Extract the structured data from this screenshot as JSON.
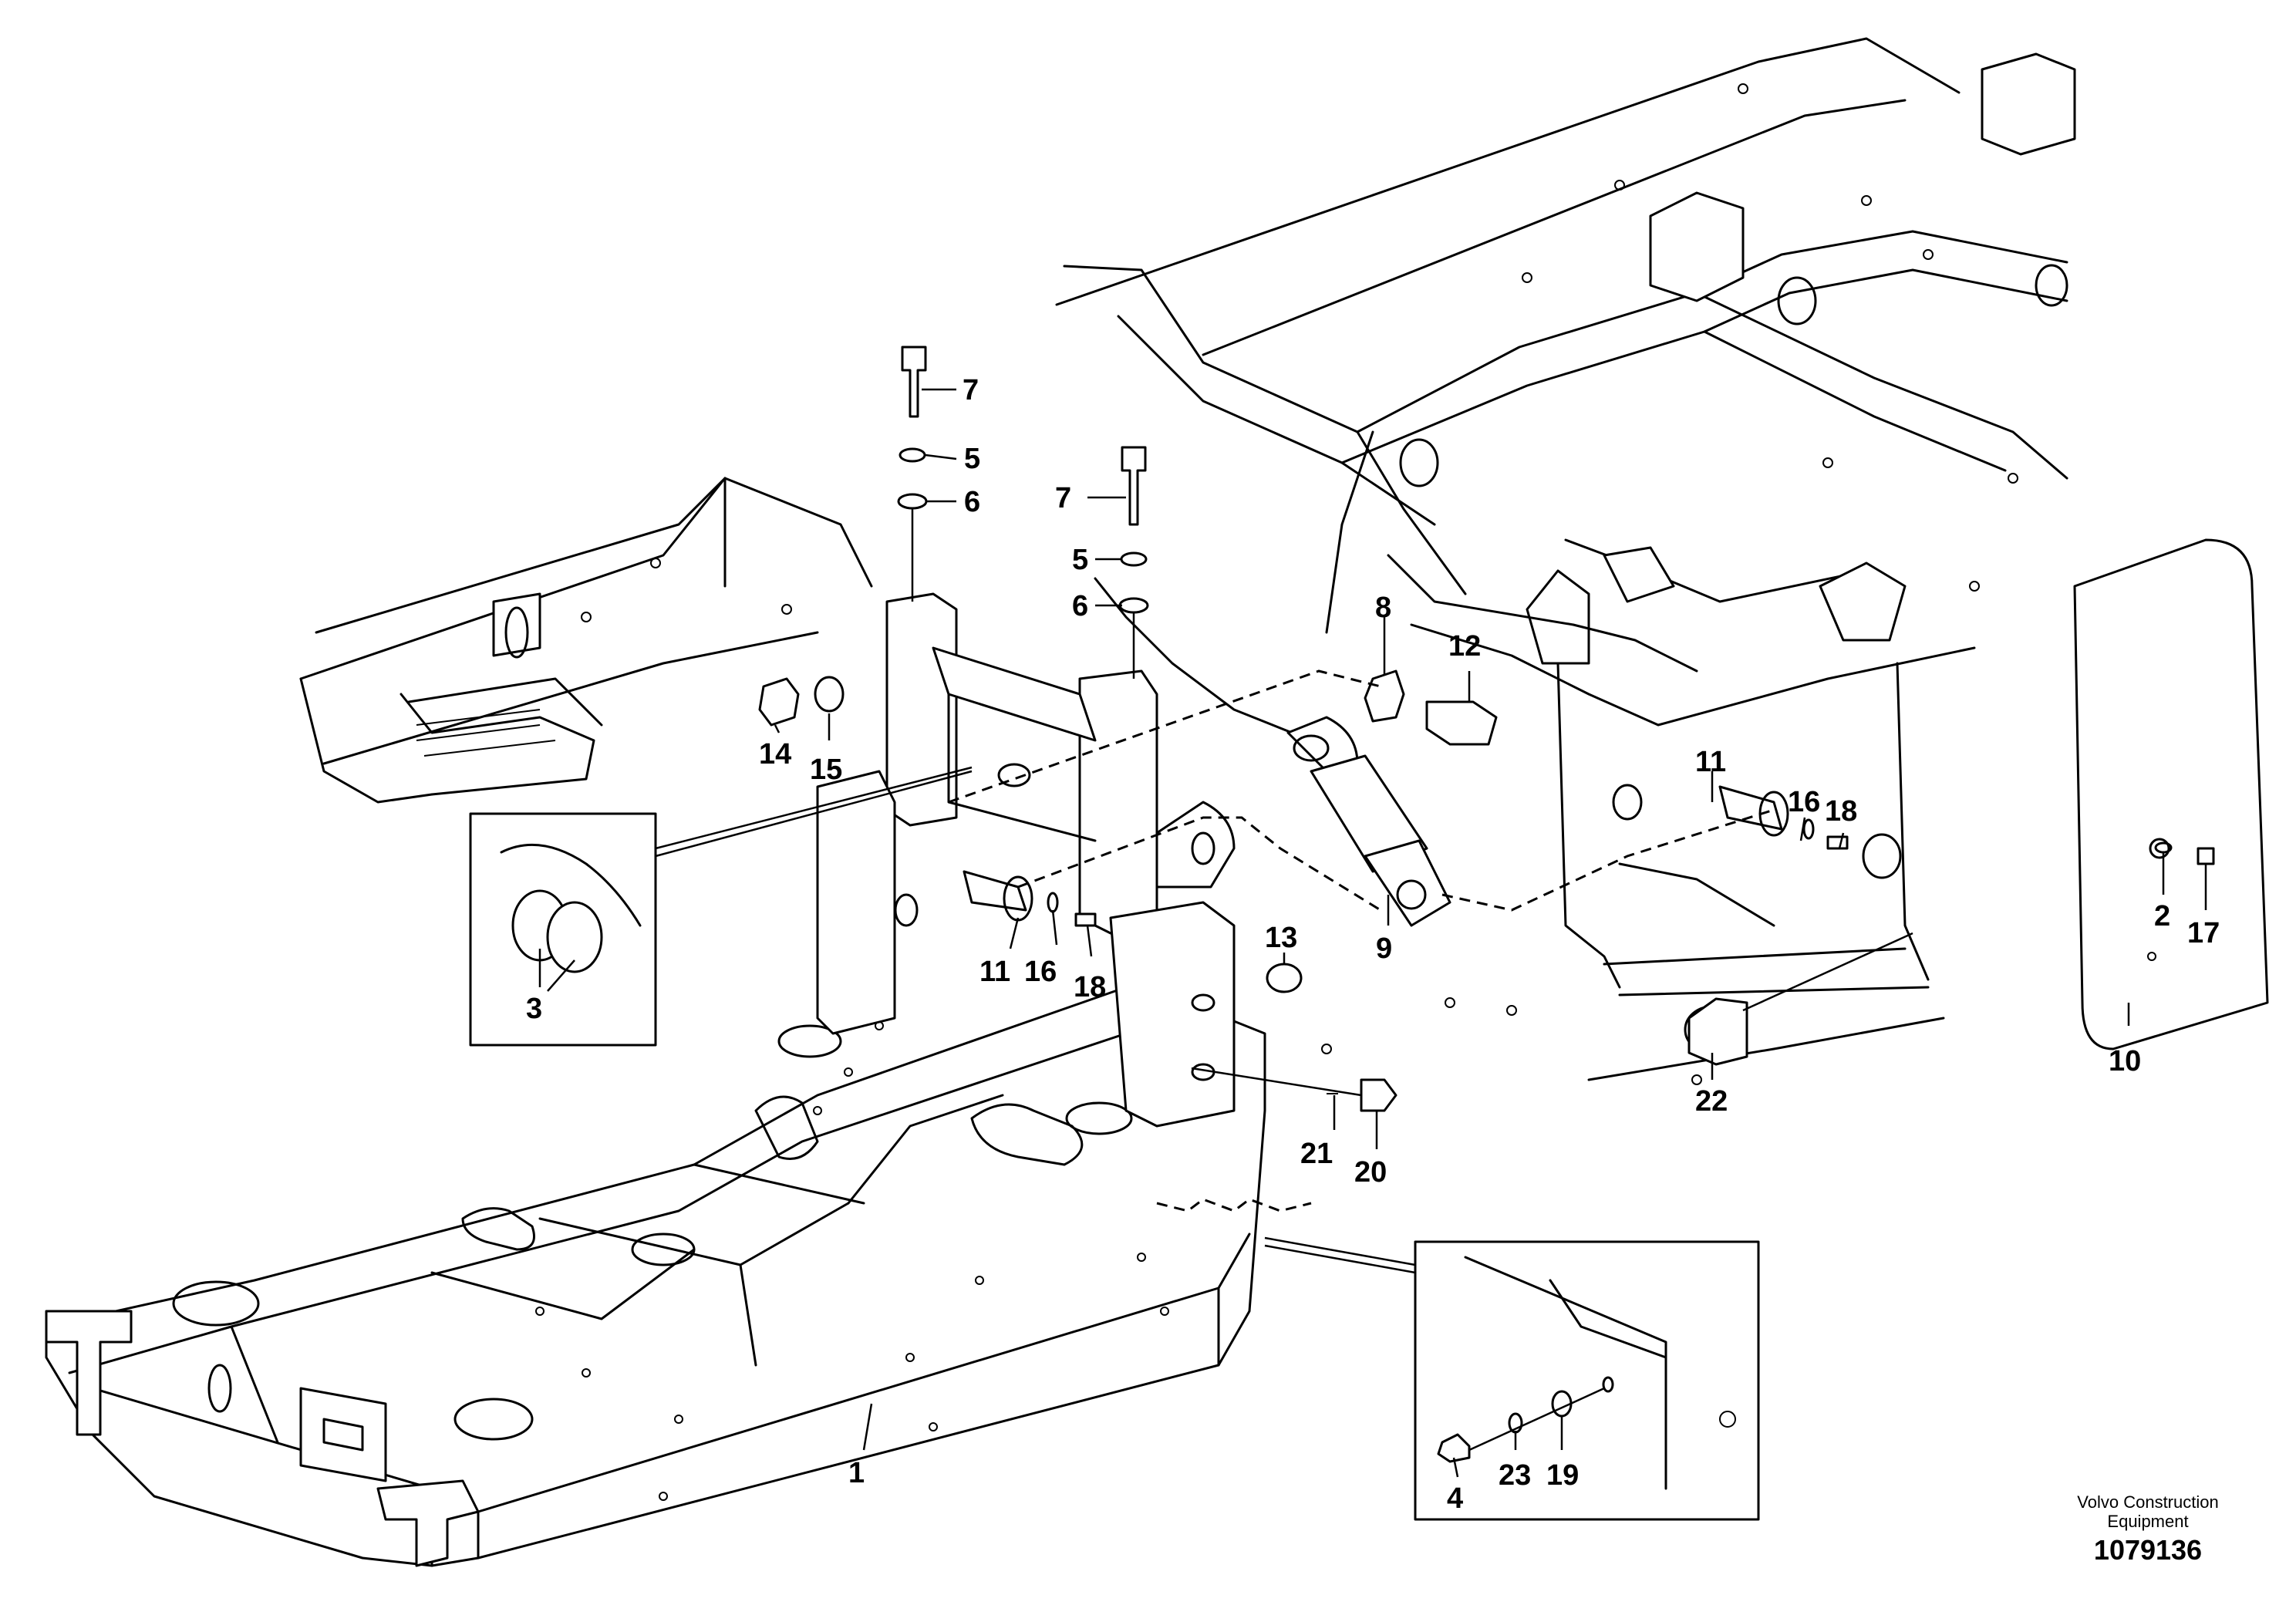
{
  "callouts": {
    "c1": "1",
    "c2": "2",
    "c3": "3",
    "c4": "4",
    "c5a": "5",
    "c5b": "5",
    "c6a": "6",
    "c6b": "6",
    "c7a": "7",
    "c7b": "7",
    "c8": "8",
    "c9": "9",
    "c10": "10",
    "c11a": "11",
    "c11b": "11",
    "c12": "12",
    "c13": "13",
    "c14": "14",
    "c15": "15",
    "c16a": "16",
    "c16b": "16",
    "c17": "17",
    "c18a": "18",
    "c18b": "18",
    "c19": "19",
    "c20": "20",
    "c21": "21",
    "c22": "22",
    "c23": "23"
  },
  "credit": {
    "line1": "Volvo Construction",
    "line2": "Equipment",
    "drawing_number": "1079136"
  }
}
